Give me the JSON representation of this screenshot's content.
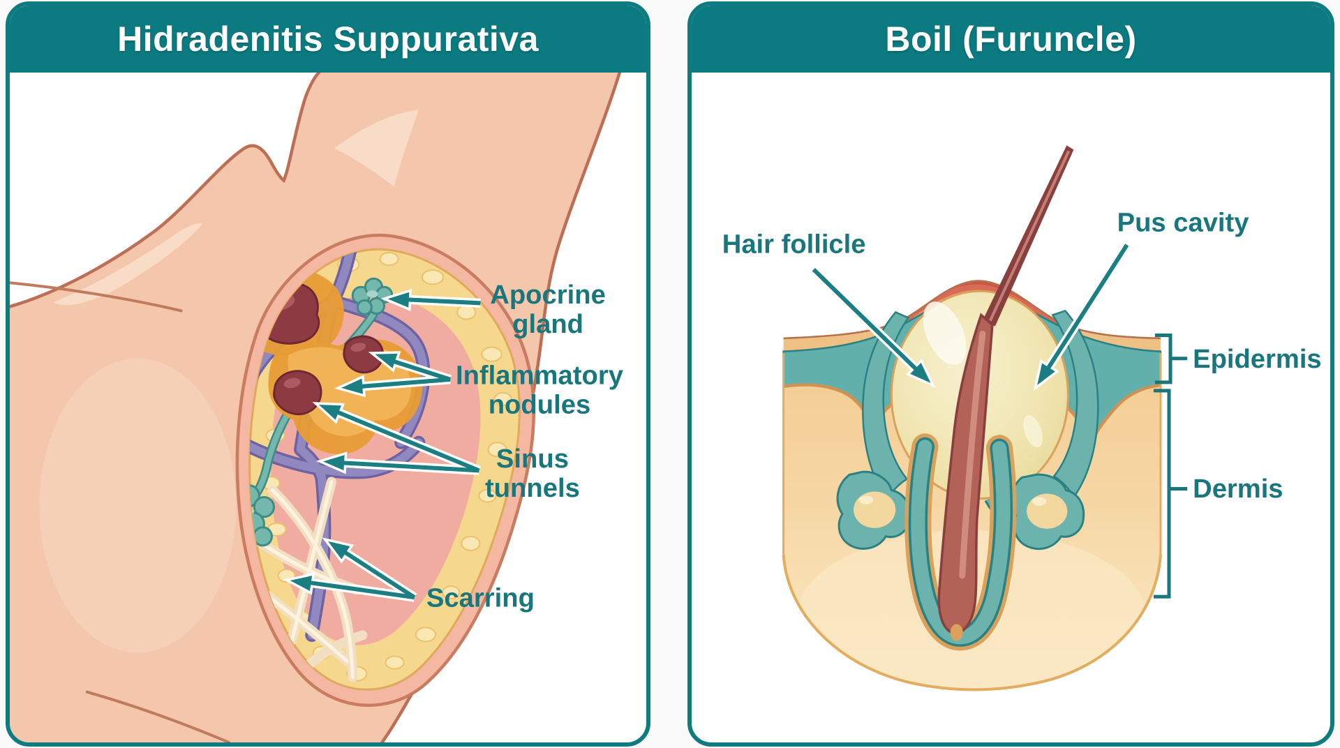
{
  "left_panel": {
    "title": "Hidradenitis Suppurativa",
    "labels": {
      "apocrine_line1": "Apocrine",
      "apocrine_line2": "gland",
      "inflammatory_line1": "Inflammatory",
      "inflammatory_line2": "nodules",
      "sinus_line1": "Sinus",
      "sinus_line2": "tunnels",
      "scarring": "Scarring"
    }
  },
  "right_panel": {
    "title": "Boil (Furuncle)",
    "labels": {
      "hair_follicle": "Hair follicle",
      "pus_cavity": "Pus cavity",
      "epidermis": "Epidermis",
      "dermis": "Dermis"
    }
  },
  "colors": {
    "header_teal": "#0b7b81",
    "panel_border": "#0e7b81",
    "label_text": "#19767c",
    "arrow_teal": "#1b7e82",
    "skin": "#f4c7ad",
    "skin_outline": "#bd6f55",
    "fat_yellow": "#f6d78e",
    "sinus_purple": "#9188bf",
    "gland_teal": "#74b7ac",
    "nodule_red": "#8e3a42",
    "inflamed_orange": "#e89c35",
    "scar_cream": "#f2dfc1",
    "epidermis_teal": "#62b0ac",
    "dermis_orange": "#f3c98e",
    "pus_yellow": "#efe4b0",
    "hair_maroon": "#8a3f3f",
    "background": "#fafafa"
  }
}
